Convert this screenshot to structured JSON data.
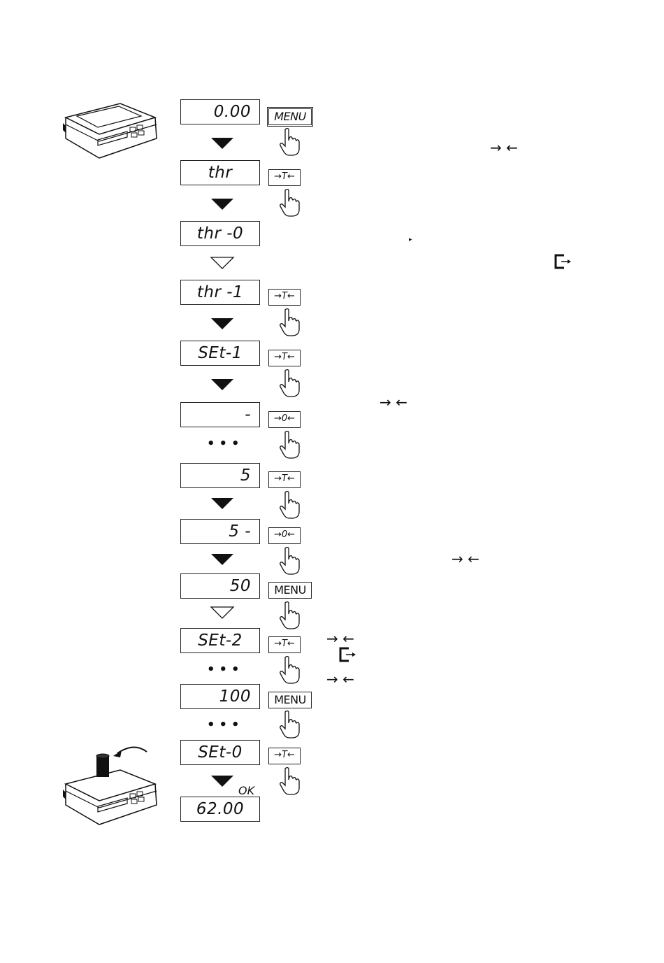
{
  "displays": [
    {
      "text": "0.00"
    },
    {
      "text": "thr"
    },
    {
      "text": "thr -0"
    },
    {
      "text": "thr -1"
    },
    {
      "text": "SEt-1"
    },
    {
      "text": "-"
    },
    {
      "text": "5"
    },
    {
      "text": "5 -"
    },
    {
      "text": "50"
    },
    {
      "text": "SEt-2"
    },
    {
      "text": "100"
    },
    {
      "text": "SEt-0"
    },
    {
      "text": "62.00"
    }
  ],
  "keys": {
    "menu": "MENU",
    "tare": "→T←",
    "zero": "→0←"
  },
  "labels": {
    "ok": "OK"
  },
  "side_symbols": {
    "arrows": "→ ←",
    "dot": "▸"
  },
  "icons": [
    "scale-icon",
    "hand-press-icon",
    "exit-icon",
    "filled-down-arrow-icon",
    "outline-down-arrow-icon",
    "weight-on-scale-icon"
  ],
  "colors": {
    "ink": "#111111",
    "paper": "#ffffff"
  }
}
